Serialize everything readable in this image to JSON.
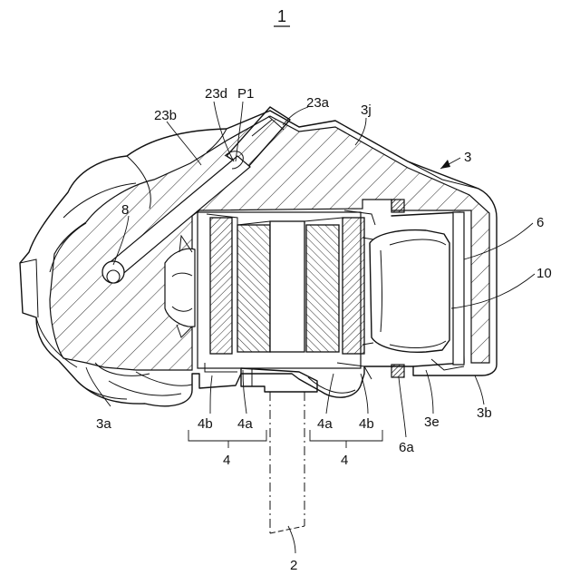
{
  "figure": {
    "title": "1",
    "labels": {
      "l23d": "23d",
      "lP1": "P1",
      "l23a": "23a",
      "l3j": "3j",
      "l23b": "23b",
      "l3": "3",
      "l8": "8",
      "l6": "6",
      "l10": "10",
      "l3a": "3a",
      "l4b_left": "4b",
      "l4a_left": "4a",
      "l4a_right": "4a",
      "l4b_right": "4b",
      "l3e": "3e",
      "l3b": "3b",
      "l4_left": "4",
      "l4_right": "4",
      "l6a": "6a",
      "l2": "2"
    }
  }
}
